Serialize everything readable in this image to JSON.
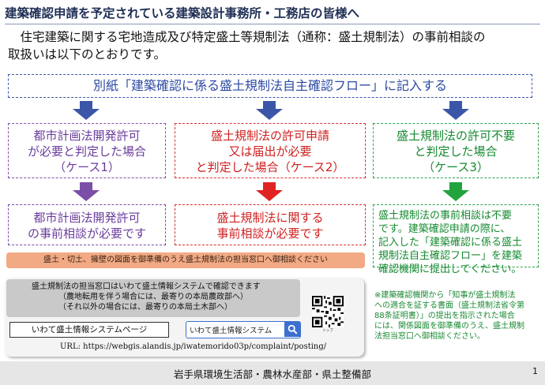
{
  "title": "建築確認申請を予定されている建築設計事務所・工務店の皆様へ",
  "intro": {
    "line1": "　住宅建築に関する宅地造成及び特定盛土等規制法（通称：盛土規制法）の事前相談の",
    "line2": "取扱いは以下のとおりです。"
  },
  "banner": "別紙「建築確認に係る盛土規制法自主確認フロー」に記入する",
  "cases": [
    {
      "lines": [
        "都市計画法開発許可",
        "が必要と判定した場合",
        "（ケース1）"
      ]
    },
    {
      "lines": [
        "盛土規制法の許可申請",
        "又は届出が必要",
        "と判定した場合（ケース2）"
      ]
    },
    {
      "lines": [
        "盛土規制法の許可不要",
        "と判定した場合",
        "（ケース3）"
      ]
    }
  ],
  "results": [
    {
      "lines": [
        "都市計画法開発許可",
        "の事前相談が必要です"
      ]
    },
    {
      "lines": [
        "盛土規制法に関する",
        "事前相談が必要です"
      ]
    },
    {
      "lines": [
        "盛土規制法の事前相談は不要",
        "です。建築確認申請の際に、",
        "記入した「建築確認に係る盛土",
        "規制法自主確認フロー」を建築",
        "確認機関に提出してください。"
      ]
    }
  ],
  "orange_note": "盛土・切土、擁壁の図面を御準備のうえ盛土規制法の担当窓口へ御相談ください",
  "info": {
    "line1": "盛土規制法の担当窓口はいわて盛土情報システムで確認できます",
    "line2": "（農地転用を伴う場合には、最寄りの本局農政部へ）",
    "line3": "（それ以外の場合には、最寄りの本局土木部へ）",
    "system_label": "いわて盛土情報システムページ",
    "search_text": "いわて盛土情報システム",
    "qr_caption": "トップ",
    "url": "URL:  https://webgis.alandis.jp/iwatemorido03p/complaint/posting/"
  },
  "note": {
    "lines": [
      "※建築確認機関から「知事が盛土規制法",
      "への適合を証する書面（盛土規制法省令第",
      "88条証明書）」の提出を指示された場合",
      "には、関係図面を御準備のうえ、盛土規制",
      "法担当窓口へ御相談ください。"
    ]
  },
  "footer": "岩手県環境生活部・農林水産部・県土整備部",
  "page_number": "1",
  "colors": {
    "blue": "#3b56a8",
    "purple": "#7b4ea7",
    "red": "#d42f2f",
    "green": "#2fa24a",
    "orange": "#f2aa84"
  },
  "icons": [
    "arrow-down-icon",
    "search-icon",
    "qr-code-icon"
  ]
}
